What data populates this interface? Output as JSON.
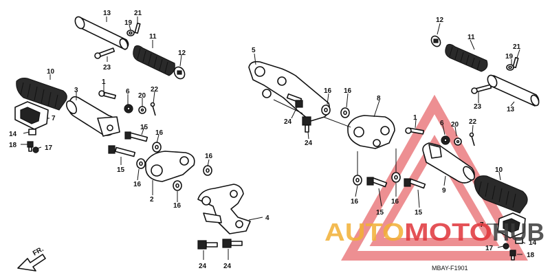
{
  "diagram_code": "MBAY-F1901",
  "direction_label": "FR.",
  "watermark": {
    "part1": "AUTO",
    "part2": "MOTO",
    "part3": "HUB",
    "color_orange": "#f2b035",
    "color_red": "#e0353a",
    "color_dark": "#3a3a3a"
  },
  "callouts": [
    {
      "id": "c13a",
      "text": "13"
    },
    {
      "id": "c21a",
      "text": "21"
    },
    {
      "id": "c19a",
      "text": "19"
    },
    {
      "id": "c11a",
      "text": "11"
    },
    {
      "id": "c12a",
      "text": "12"
    },
    {
      "id": "c23a",
      "text": "23"
    },
    {
      "id": "c10a",
      "text": "10"
    },
    {
      "id": "c1a",
      "text": "1"
    },
    {
      "id": "c3a",
      "text": "3"
    },
    {
      "id": "c6a",
      "text": "6"
    },
    {
      "id": "c20a",
      "text": "20"
    },
    {
      "id": "c22a",
      "text": "22"
    },
    {
      "id": "c7a",
      "text": "7"
    },
    {
      "id": "c14a",
      "text": "14"
    },
    {
      "id": "c18a",
      "text": "18"
    },
    {
      "id": "c17a",
      "text": "17"
    },
    {
      "id": "c15a",
      "text": "15"
    },
    {
      "id": "c16a",
      "text": "16"
    },
    {
      "id": "c15b",
      "text": "15"
    },
    {
      "id": "c16b",
      "text": "16"
    },
    {
      "id": "c16c",
      "text": "16"
    },
    {
      "id": "c2a",
      "text": "2"
    },
    {
      "id": "c16d",
      "text": "16"
    },
    {
      "id": "c4a",
      "text": "4"
    },
    {
      "id": "c24a",
      "text": "24"
    },
    {
      "id": "c24b",
      "text": "24"
    },
    {
      "id": "c5a",
      "text": "5"
    },
    {
      "id": "c16e",
      "text": "16"
    },
    {
      "id": "c16f",
      "text": "16"
    },
    {
      "id": "c8a",
      "text": "8"
    },
    {
      "id": "c24c",
      "text": "24"
    },
    {
      "id": "c24d",
      "text": "24"
    },
    {
      "id": "c16g",
      "text": "16"
    },
    {
      "id": "c15c",
      "text": "15"
    },
    {
      "id": "c16h",
      "text": "16"
    },
    {
      "id": "c15d",
      "text": "15"
    },
    {
      "id": "c12b",
      "text": "12"
    },
    {
      "id": "c11b",
      "text": "11"
    },
    {
      "id": "c21b",
      "text": "21"
    },
    {
      "id": "c19b",
      "text": "19"
    },
    {
      "id": "c23b",
      "text": "23"
    },
    {
      "id": "c13b",
      "text": "13"
    },
    {
      "id": "c1b",
      "text": "1"
    },
    {
      "id": "c6b",
      "text": "6"
    },
    {
      "id": "c20b",
      "text": "20"
    },
    {
      "id": "c22b",
      "text": "22"
    },
    {
      "id": "c9a",
      "text": "9"
    },
    {
      "id": "c10b",
      "text": "10"
    },
    {
      "id": "c7b",
      "text": "7"
    },
    {
      "id": "c17b",
      "text": "17"
    },
    {
      "id": "c14b",
      "text": "14"
    },
    {
      "id": "c18b",
      "text": "18"
    }
  ]
}
